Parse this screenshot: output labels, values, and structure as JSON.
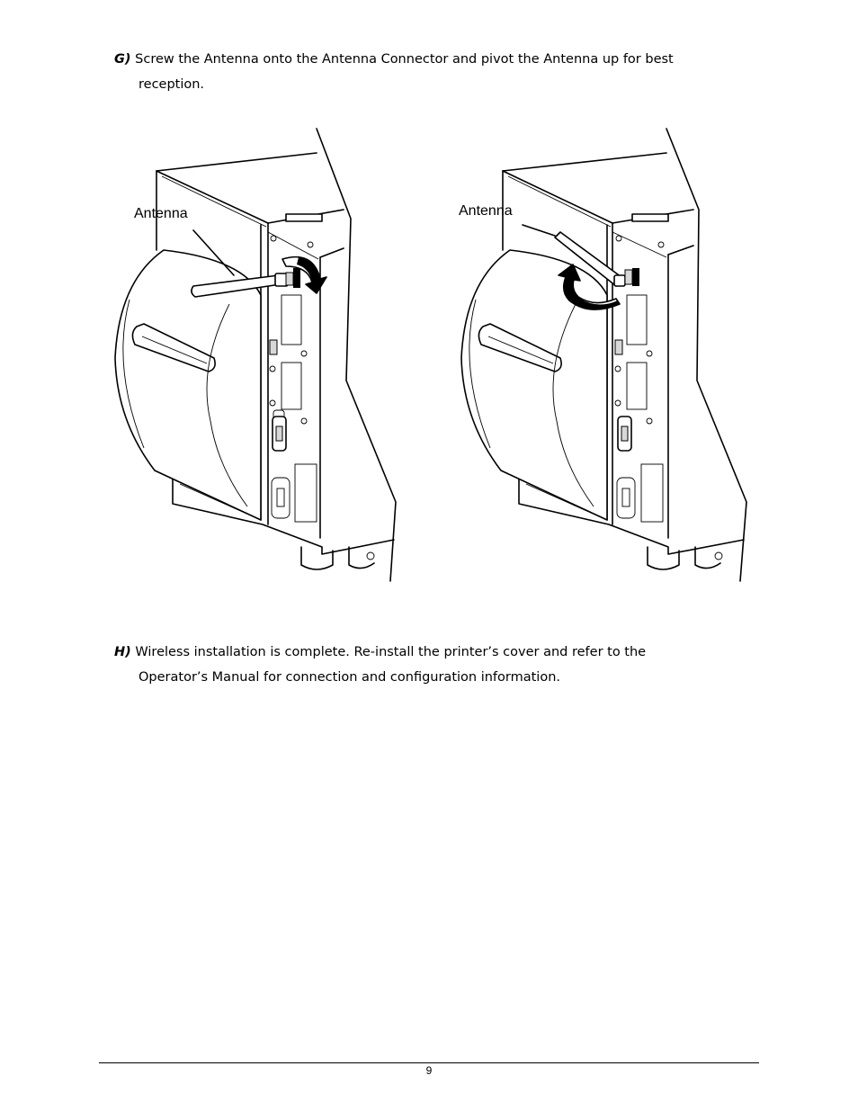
{
  "step_g": {
    "marker": "G)",
    "line1": "Screw the Antenna onto the Antenna Connector and pivot the Antenna up for best",
    "line2": "reception."
  },
  "figures": {
    "left_callout": "Antenna",
    "right_callout": "Antenna"
  },
  "step_h": {
    "marker": "H)",
    "line1": "Wireless installation is complete. Re-install the printer’s cover and refer to the",
    "line2": "Operator’s Manual for connection and configuration information."
  },
  "footer": {
    "page_number": "9"
  }
}
